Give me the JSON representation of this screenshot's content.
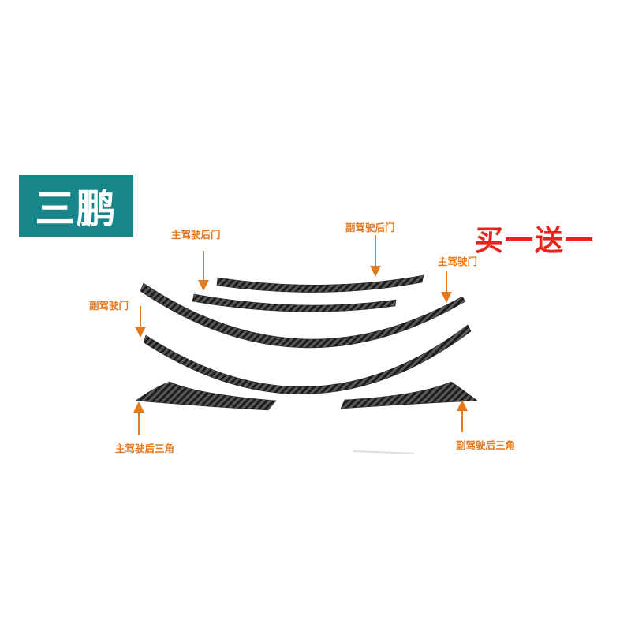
{
  "brand": {
    "text": "三鹏",
    "bg_color": "#17868a"
  },
  "promo": {
    "text": "买一送一",
    "color": "#e8251c"
  },
  "labels": {
    "rear_driver_door": "主驾驶后门",
    "rear_passenger_door": "副驾驶后门",
    "driver_door": "主驾驶门",
    "passenger_door": "副驾驶门",
    "driver_rear_triangle": "主驾驶后三角",
    "passenger_rear_triangle": "副驾驶后三角"
  },
  "colors": {
    "label": "#e6781e",
    "strip": "#2b2b2b"
  }
}
